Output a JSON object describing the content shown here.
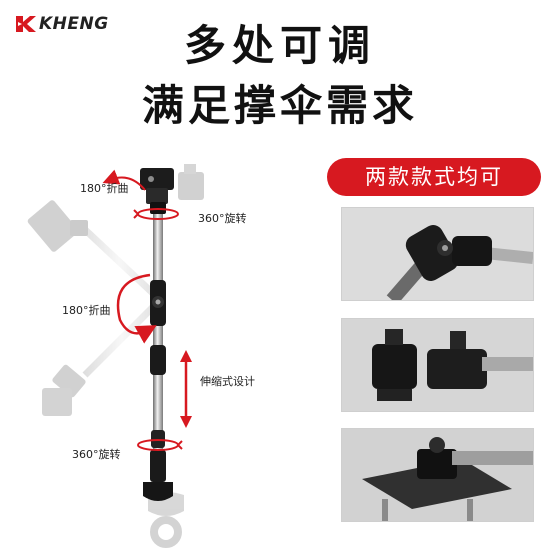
{
  "brand": {
    "name": "KHENG",
    "accent_color": "#d71920"
  },
  "headline": {
    "line1": "多处可调",
    "line2": "满足撑伞需求"
  },
  "badge": {
    "text": "两款款式均可"
  },
  "callouts": {
    "top_fold": "180°折曲",
    "top_rotate": "360°旋转",
    "middle_fold": "180°折曲",
    "telescopic": "伸缩式设计",
    "bottom_rotate": "360°旋转"
  },
  "icons": [
    "kheng-logo-icon",
    "red-rotation-arrow-icon",
    "red-double-arrow-icon"
  ]
}
